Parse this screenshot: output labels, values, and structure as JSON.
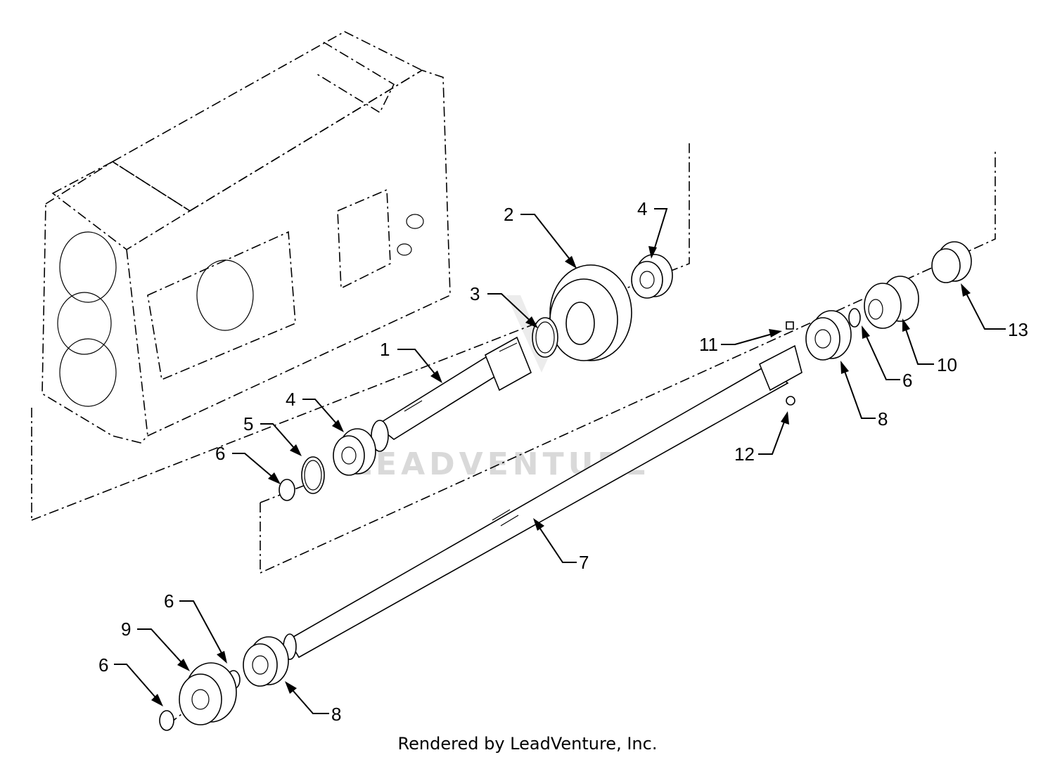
{
  "watermark_text": "LEADVENTURE",
  "credit": "Rendered by LeadVenture, Inc.",
  "callouts": [
    "1",
    "2",
    "3",
    "4",
    "4",
    "5",
    "6",
    "6",
    "6",
    "6",
    "7",
    "8",
    "8",
    "9",
    "10",
    "11",
    "12",
    "13"
  ]
}
